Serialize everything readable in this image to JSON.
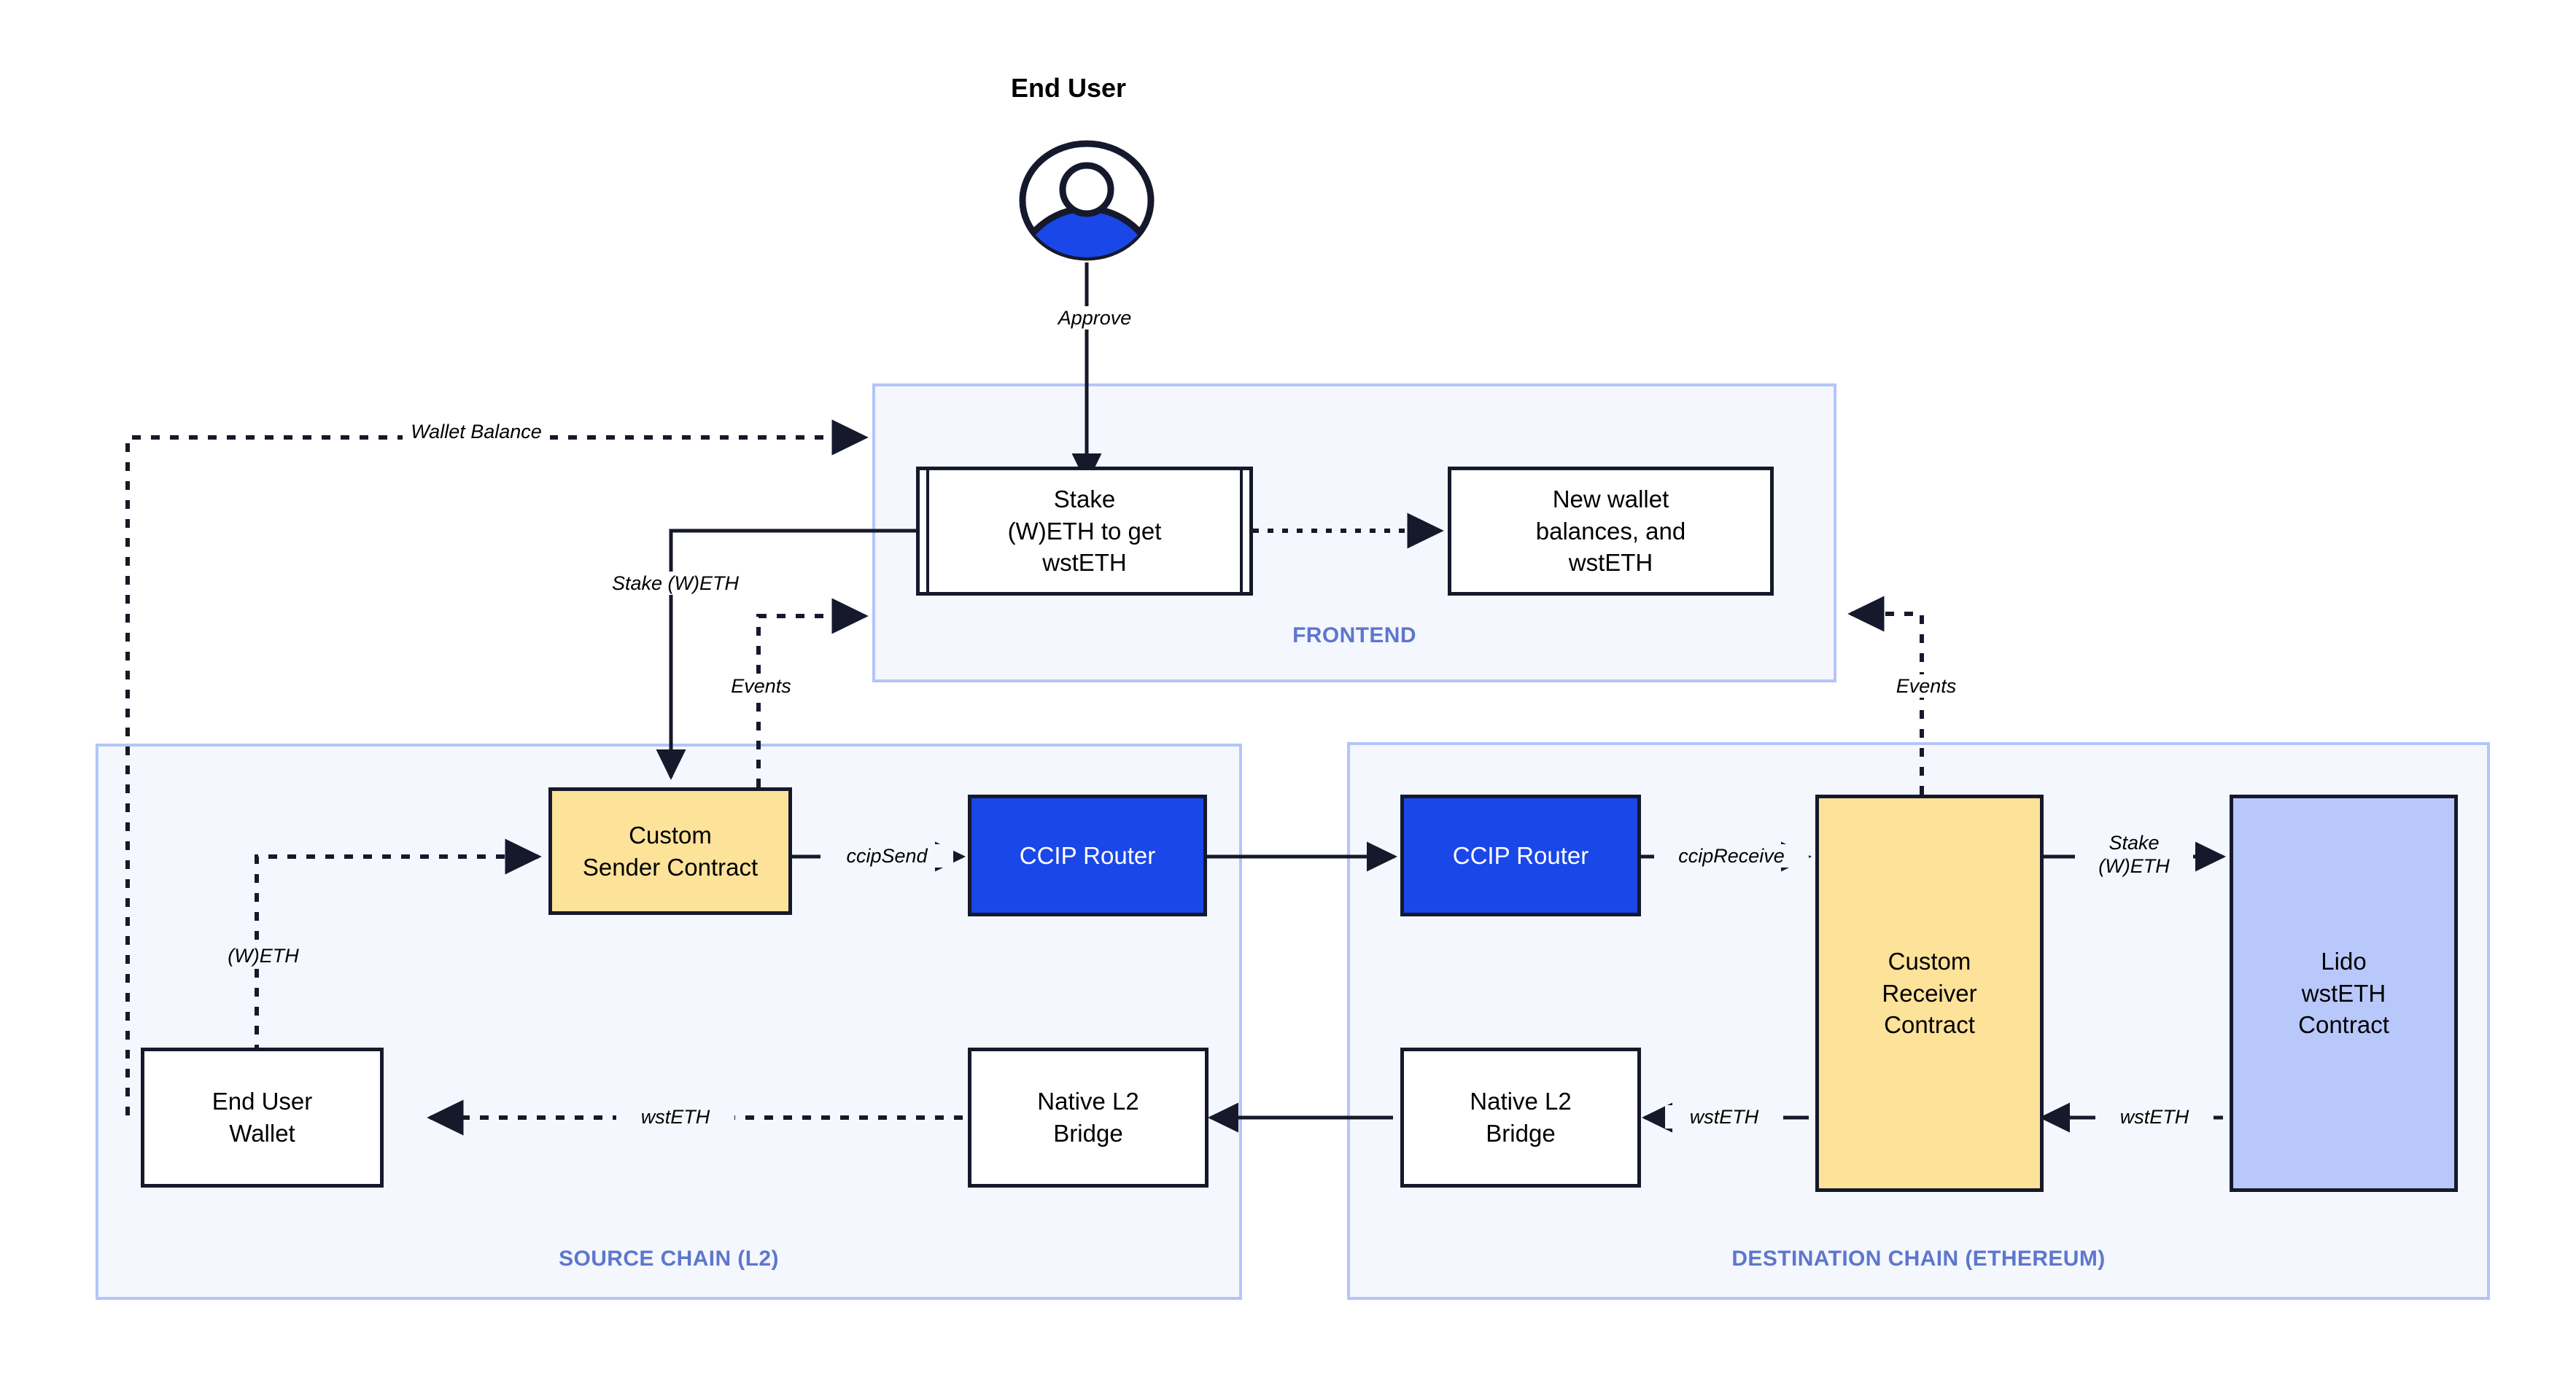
{
  "diagram": {
    "title": "CCIP cross-chain Lido wstETH staking architecture",
    "colors": {
      "accent_blue": "#1a47e8",
      "contract_yellow": "#fde29a",
      "lido_lavender": "#b9c8fb",
      "group_fill": "#f5f7fe",
      "group_border": "#b3c5f9",
      "group_label": "#5d77ce",
      "stroke": "#15192b"
    }
  },
  "actor": {
    "label": "End User",
    "icon": "user-avatar-icon"
  },
  "groups": [
    {
      "id": "frontend",
      "label": "FRONTEND"
    },
    {
      "id": "source",
      "label": "SOURCE CHAIN (L2)"
    },
    {
      "id": "destination",
      "label": "DESTINATION CHAIN (ETHEREUM)"
    }
  ],
  "nodes": {
    "stake_form": {
      "label": "Stake\n(W)ETH to get\nwstETH"
    },
    "new_balances": {
      "label": "New wallet\nbalances, and\nwstETH"
    },
    "sender_contract": {
      "label": "Custom\nSender Contract"
    },
    "router_source": {
      "label": "CCIP Router"
    },
    "router_dest": {
      "label": "CCIP Router"
    },
    "receiver_contract": {
      "label": "Custom\nReceiver\nContract"
    },
    "lido_contract": {
      "label": "Lido\nwstETH\nContract"
    },
    "end_user_wallet": {
      "label": "End User\nWallet"
    },
    "bridge_source": {
      "label": "Native L2\nBridge"
    },
    "bridge_dest": {
      "label": "Native L2\nBridge"
    }
  },
  "edges": [
    {
      "id": "approve",
      "label": "Approve",
      "from": "end-user",
      "to": "stake-form",
      "style": "solid"
    },
    {
      "id": "wallet-balance",
      "label": "Wallet Balance",
      "from": "end-user-wallet",
      "to": "frontend",
      "style": "dashed"
    },
    {
      "id": "stake-weth",
      "label": "Stake (W)ETH",
      "from": "stake-form",
      "to": "sender-contract",
      "style": "solid"
    },
    {
      "id": "events-left",
      "label": "Events",
      "from": "sender-contract",
      "to": "frontend",
      "style": "dashed"
    },
    {
      "id": "events-right",
      "label": "Events",
      "from": "receiver-contract",
      "to": "frontend",
      "style": "dashed"
    },
    {
      "id": "new-balances",
      "label": "",
      "from": "stake-form",
      "to": "new-balances",
      "style": "dashed"
    },
    {
      "id": "weth-transfer",
      "label": "(W)ETH",
      "from": "end-user-wallet",
      "to": "sender-contract",
      "style": "dashed"
    },
    {
      "id": "ccip-send",
      "label": "ccipSend",
      "from": "sender-contract",
      "to": "router-source",
      "style": "solid"
    },
    {
      "id": "ccip-lane",
      "label": "",
      "from": "router-source",
      "to": "router-dest",
      "style": "solid"
    },
    {
      "id": "ccip-receive",
      "label": "ccipReceive",
      "from": "router-dest",
      "to": "receiver-contract",
      "style": "solid"
    },
    {
      "id": "stake-weth-dest",
      "label": "Stake\n(W)ETH",
      "from": "receiver-contract",
      "to": "lido-contract",
      "style": "solid"
    },
    {
      "id": "wsteth-lido",
      "label": "wstETH",
      "from": "lido-contract",
      "to": "receiver-contract",
      "style": "solid"
    },
    {
      "id": "wsteth-bridge",
      "label": "wstETH",
      "from": "receiver-contract",
      "to": "bridge-dest",
      "style": "solid"
    },
    {
      "id": "bridge-lane",
      "label": "",
      "from": "bridge-dest",
      "to": "bridge-source",
      "style": "solid"
    },
    {
      "id": "wsteth-wallet",
      "label": "wstETH",
      "from": "bridge-source",
      "to": "end-user-wallet",
      "style": "dashed"
    }
  ]
}
